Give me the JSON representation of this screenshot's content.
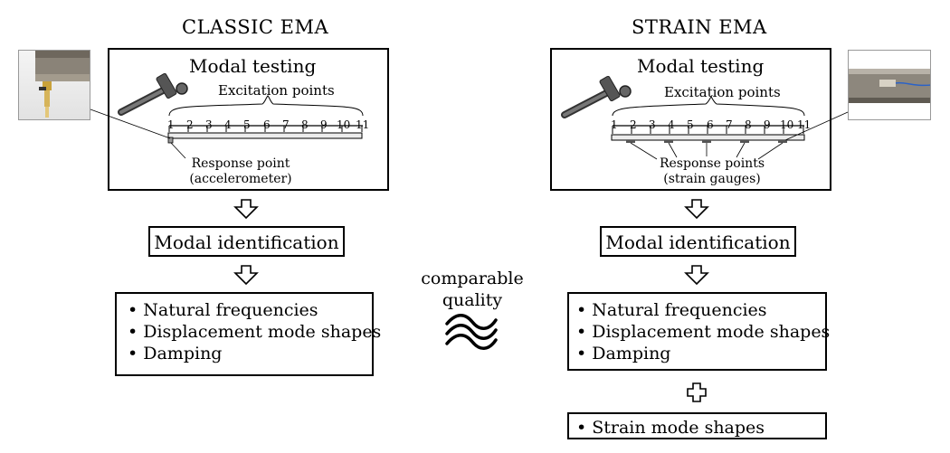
{
  "left": {
    "title": "CLASSIC EMA",
    "modal_testing": "Modal testing",
    "excitation_label": "Excitation points",
    "ticks": [
      "1",
      "2",
      "3",
      "4",
      "5",
      "6",
      "7",
      "8",
      "9",
      "10",
      "11"
    ],
    "response_label_1": "Response point",
    "response_label_2": "(accelerometer)",
    "modal_identification": "Modal identification",
    "results": [
      "Natural frequencies",
      "Displacement mode shapes",
      "Damping"
    ]
  },
  "right": {
    "title": "STRAIN EMA",
    "modal_testing": "Modal testing",
    "excitation_label": "Excitation points",
    "ticks": [
      "1",
      "2",
      "3",
      "4",
      "5",
      "6",
      "7",
      "8",
      "9",
      "10",
      "11"
    ],
    "response_label_1": "Response points",
    "response_label_2": "(strain gauges)",
    "modal_identification": "Modal identification",
    "results": [
      "Natural frequencies",
      "Displacement mode shapes",
      "Damping"
    ],
    "extra_result": "Strain mode shapes"
  },
  "middle": {
    "line1": "comparable",
    "line2": "quality"
  },
  "icons": {
    "hammer": "hammer-icon",
    "down_arrow": "down-arrow-icon",
    "approx": "approx-icon",
    "plus": "plus-icon",
    "accelerometer_photo": "accelerometer-photo",
    "strain_gauge_photo": "strain-gauge-photo"
  }
}
